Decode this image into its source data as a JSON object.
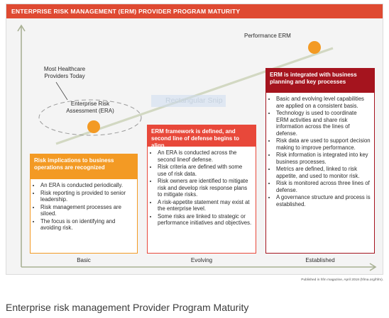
{
  "figure": {
    "title": "ENTERPRISE RISK MANAGEMENT (ERM) PROVIDER PROGRAM MATURITY",
    "labels": {
      "performance_erm": "Performance ERM",
      "healthcare_line1": "Most Healthcare",
      "healthcare_line2": "Providers Today",
      "era_line1": "Enterprise Risk",
      "era_line2": "Assessment (ERA)"
    },
    "snip_overlay": "Rectangular Snip",
    "axis": {
      "basic": "Basic",
      "evolving": "Evolving",
      "established": "Established"
    },
    "colors": {
      "header": "#df4a32",
      "trend_line": "#d2d8c2",
      "marker": "#f39a24",
      "basic": "#f39a24",
      "evolving": "#e8483a",
      "established": "#a5141e"
    },
    "cards": {
      "basic": {
        "heading": "Risk implications to business operations are recognized",
        "bullets": [
          "An ERA is conducted periodically.",
          "Risk reporting is provided to senior leadership.",
          "Risk management processes are siloed.",
          "The focus is on identifying and avoiding risk."
        ]
      },
      "evolving": {
        "heading": "ERM framework is defined, and second line of defense begins to align",
        "bullets": [
          "An ERA is conducted across the second lineof defense.",
          "Risk criteria are defined with some use of risk data.",
          "Risk owners are identified to mitigate risk and develop risk response plans to mitigate risks.",
          "A risk-appetite statement may exist at the enterprise level.",
          "Some risks are linked to strategic or performance initiatives and objectives."
        ]
      },
      "established": {
        "heading": "ERM is integrated with business planning and key processes",
        "bullets": [
          "Basic and evolving level capabilities are applied on a consistent basis.",
          "Technology is used to coordinate ERM activities and share risk information across the lines of defense.",
          "Risk data are used to support decision making to improve performance.",
          "Risk information is integrated into key business processes.",
          "Metrics are defined, linked to risk appetite, and used to monitor risk.",
          "Risk is monitored across three lines of defense.",
          "A governance structure and process is established."
        ]
      }
    },
    "source": "Published in hfm magazine, April 2018 (hfma.org/hfm)."
  },
  "caption": "Enterprise risk management Provider Program Maturity"
}
